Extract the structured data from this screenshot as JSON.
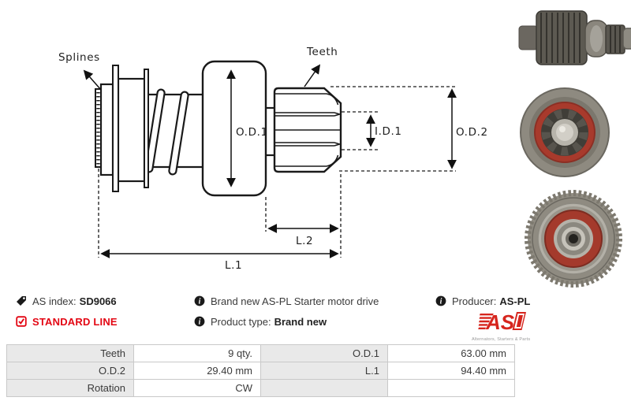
{
  "colors": {
    "accent_red": "#e30613",
    "logo_red": "#d6251d",
    "table_gray": "#e9e9e9",
    "drawing_line": "#1a1a1a"
  },
  "drawing": {
    "labels": {
      "splines": "Splines",
      "teeth": "Teeth",
      "od1": "O.D.1",
      "id1": "I.D.1",
      "od2": "O.D.2",
      "l2": "L.2",
      "l1": "L.1"
    }
  },
  "icons": {
    "as_index": "tag-icon",
    "standard_line": "checked-checkbox-icon",
    "description": "info-icon",
    "product_type": "info-icon",
    "producer": "info-icon"
  },
  "info": {
    "as_index_label": "AS index:",
    "as_index_value": "SD9066",
    "standard_line": "STANDARD LINE",
    "description": "Brand new AS-PL Starter motor drive",
    "product_type_label": "Product type:",
    "product_type_value": "Brand new",
    "producer_label": "Producer:",
    "producer_value": "AS-PL"
  },
  "logo": {
    "text": "AS",
    "tagline": "Alternators, Starters & Parts"
  },
  "spec_table": {
    "rows": [
      {
        "label1": "Teeth",
        "value1": "9 qty.",
        "label2": "O.D.1",
        "value2": "63.00 mm"
      },
      {
        "label1": "O.D.2",
        "value1": "29.40 mm",
        "label2": "L.1",
        "value2": "94.40 mm"
      },
      {
        "label1": "Rotation",
        "value1": "CW",
        "label2": "",
        "value2": ""
      }
    ]
  }
}
